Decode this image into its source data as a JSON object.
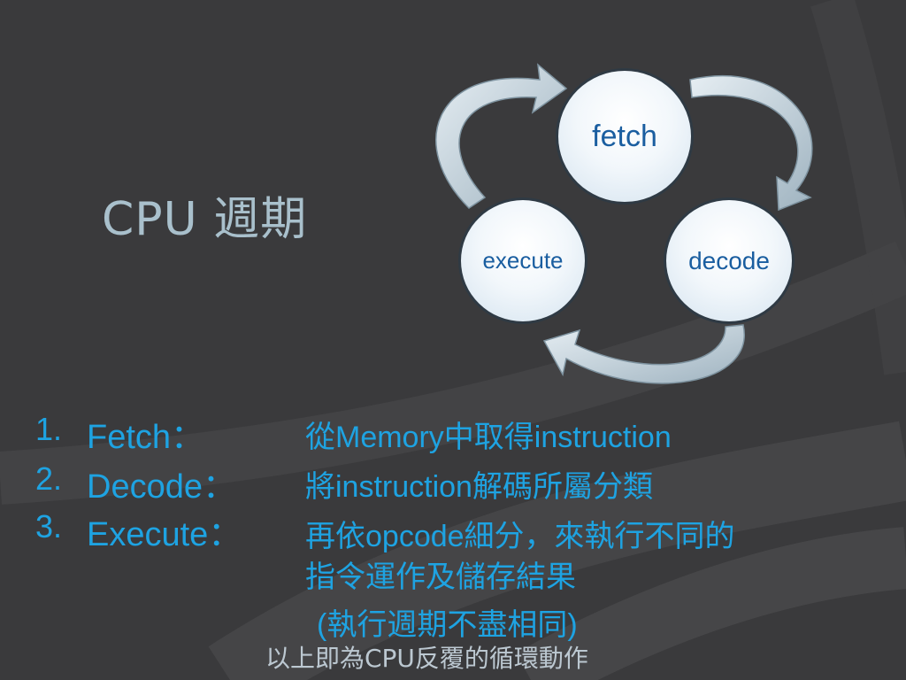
{
  "slide": {
    "title": "CPU 週期"
  },
  "cycle": {
    "fetch": "fetch",
    "decode": "decode",
    "execute": "execute"
  },
  "steps": [
    {
      "num": "1.",
      "name": "Fetch：",
      "desc": "從Memory中取得instruction"
    },
    {
      "num": "2.",
      "name": "Decode：",
      "desc": "將instruction解碼所屬分類"
    },
    {
      "num": "3.",
      "name": "Execute：",
      "desc": "再依opcode細分，來執行不同的",
      "desc_cont": "指令運作及儲存結果",
      "note": "(執行週期不盡相同)"
    }
  ],
  "footer": "以上即為CPU反覆的循環動作",
  "colors": {
    "background": "#3a3a3c",
    "title": "#a9c0cc",
    "accent_text": "#1ea3e2",
    "node_text": "#1a5ea0",
    "arrow": "#c8d6de"
  }
}
